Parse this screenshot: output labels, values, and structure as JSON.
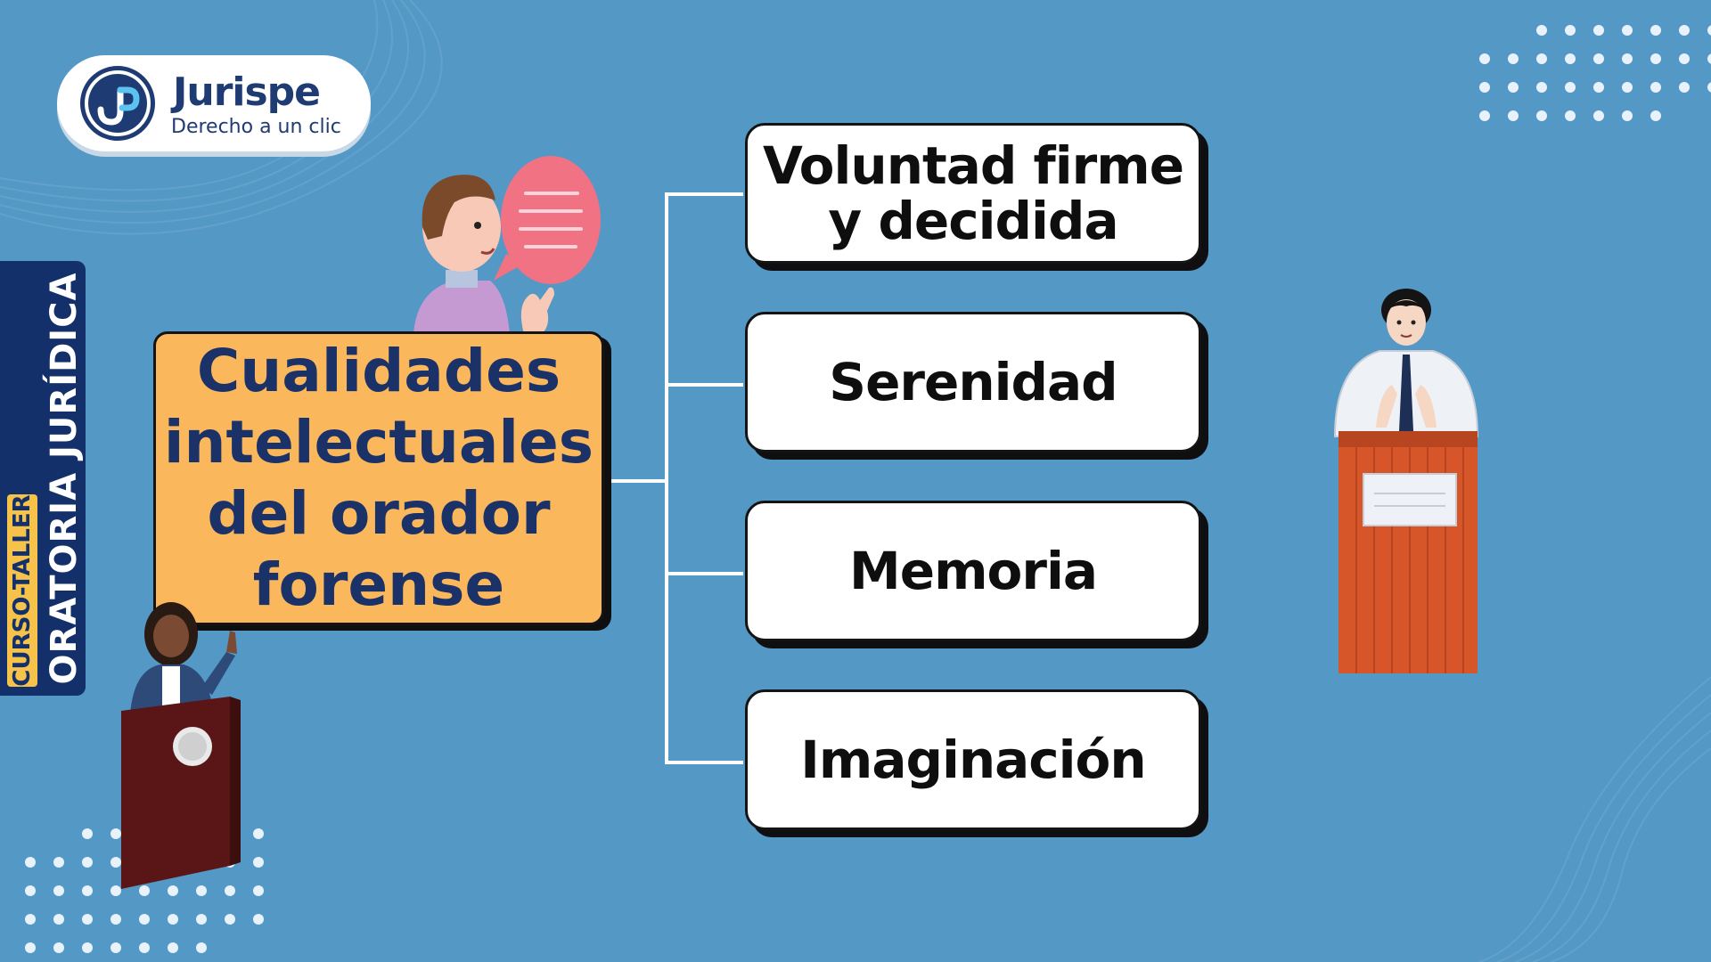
{
  "logo": {
    "name": "Jurispe",
    "tagline": "Derecho a un clic",
    "mark": "JP"
  },
  "course": {
    "label": "CURSO-TALLER",
    "title": "ORATORIA JURÍDICA"
  },
  "diagram": {
    "root": "Cualidades intelectuales del orador forense",
    "items": [
      "Voluntad firme y decidida",
      "Serenidad",
      "Memoria",
      "Imaginación"
    ]
  },
  "icons": {
    "speaker_man": "man-speaking-illustration-icon",
    "speech_bubble": "speech-bubble-icon",
    "woman_podium": "woman-at-podium-illustration-icon",
    "man_podium": "man-at-podium-illustration-icon"
  },
  "colors": {
    "background": "#5498c6",
    "navy": "#1b3269",
    "accent_orange": "#fbb75b",
    "accent_yellow": "#f6c24a"
  }
}
